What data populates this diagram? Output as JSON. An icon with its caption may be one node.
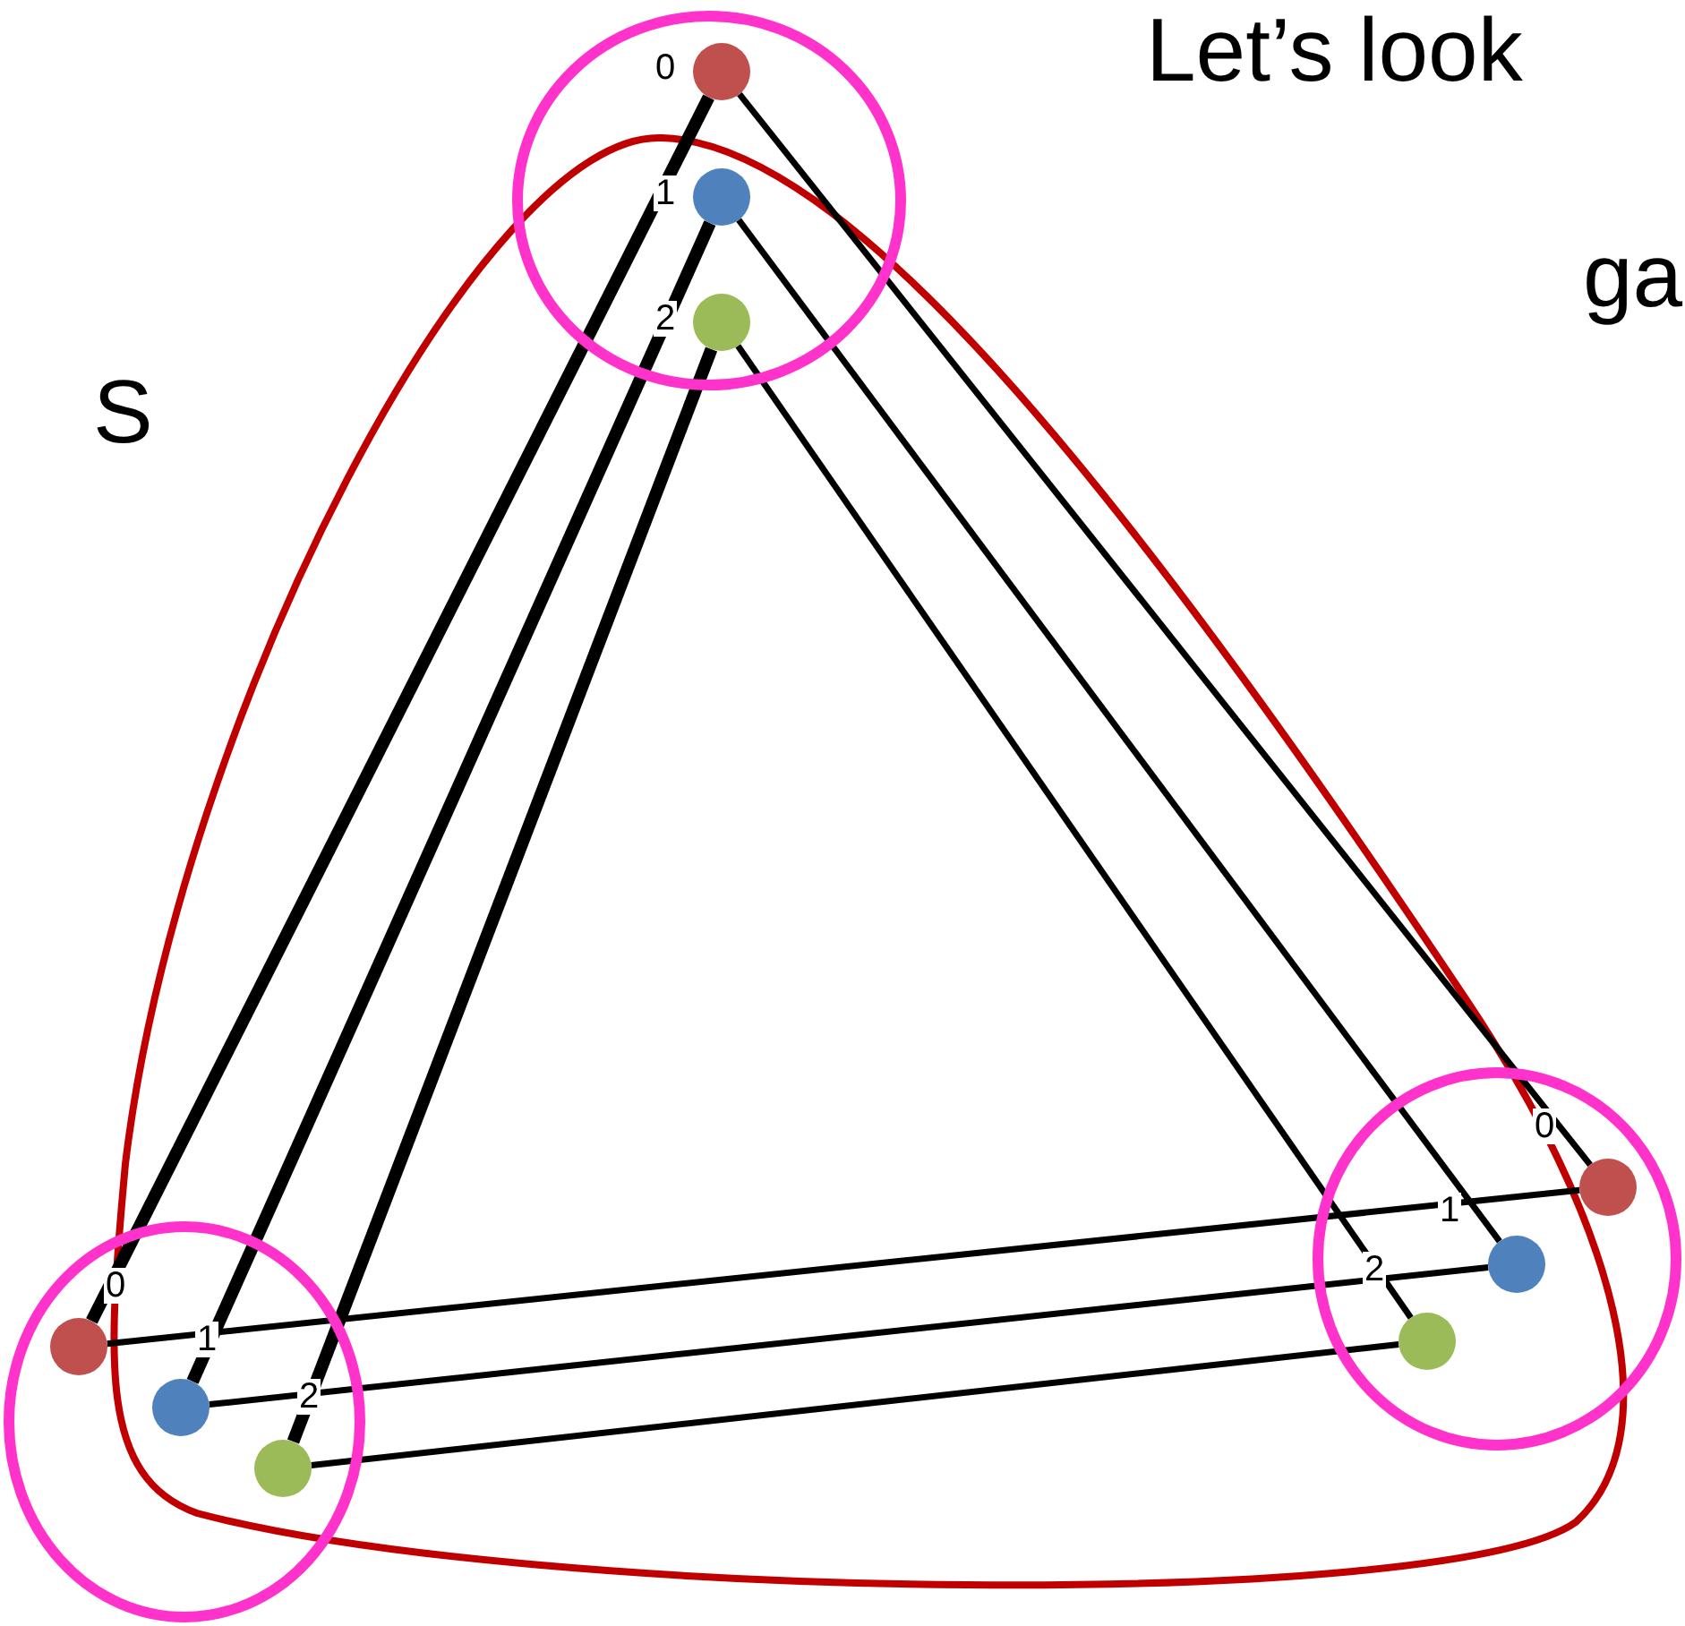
{
  "diagram": {
    "nodes": [
      {
        "text": [],
        "shape": "circle"
      },
      {
        "text": [],
        "shape": "circle",
        "in": 0,
        "beside": [
          "0"
        ]
      },
      {
        "text": [],
        "shape": "circle",
        "in": 0,
        "beside": [
          "1"
        ]
      },
      {
        "text": [],
        "shape": "circle",
        "in": 0,
        "beside": [
          "2"
        ]
      },
      {
        "text": [],
        "shape": "circle"
      },
      {
        "text": [],
        "shape": "circle",
        "in": 4,
        "beside": [
          "0"
        ]
      },
      {
        "text": [],
        "shape": "circle",
        "in": 4,
        "beside": [
          "1"
        ]
      },
      {
        "text": [],
        "shape": "circle",
        "in": 4,
        "beside": [
          "2"
        ]
      },
      {
        "text": [],
        "shape": "circle"
      },
      {
        "text": [],
        "shape": "circle",
        "in": 8,
        "beside": [
          "0"
        ]
      },
      {
        "text": [],
        "shape": "circle",
        "in": 8,
        "beside": [
          "1"
        ]
      },
      {
        "text": [],
        "shape": "circle",
        "in": 8,
        "beside": [
          "2"
        ]
      }
    ],
    "edges": [
      {
        "from": 1,
        "to": 5,
        "arrow": "none",
        "style": "thick"
      },
      {
        "from": 2,
        "to": 6,
        "arrow": "none",
        "style": "thick"
      },
      {
        "from": 3,
        "to": 7,
        "arrow": "none",
        "style": "thick"
      },
      {
        "from": 1,
        "to": 9,
        "arrow": "none"
      },
      {
        "from": 2,
        "to": 10,
        "arrow": "none"
      },
      {
        "from": 3,
        "to": 11,
        "arrow": "none"
      },
      {
        "from": 5,
        "to": 9,
        "arrow": "none"
      },
      {
        "from": 6,
        "to": 10,
        "arrow": "none"
      },
      {
        "from": 7,
        "to": 11,
        "arrow": "none"
      }
    ],
    "labels": [
      "Let’s look",
      "ga",
      "S"
    ]
  }
}
